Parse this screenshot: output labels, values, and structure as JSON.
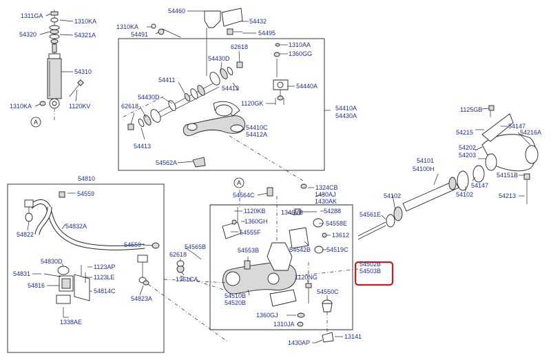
{
  "diagram": {
    "highlight_color": "#d11a1a",
    "label_color": "#1f2f8f",
    "labels": [
      "1311GA",
      "1310KA",
      "54320",
      "54321A",
      "54310",
      "1310KA",
      "1120KV",
      "1310KA",
      "54491",
      "54460",
      "54432",
      "54495",
      "62618",
      "1310AA",
      "1360GG",
      "54430D",
      "54411",
      "54413",
      "54440A",
      "1120GK",
      "54430D",
      "62618",
      "54413",
      "54410A",
      "54430A",
      "54410C",
      "54412A",
      "54562A",
      "1125GB",
      "54147",
      "54216A",
      "54215",
      "54202",
      "54203",
      "54147",
      "54151B",
      "54213",
      "54101",
      "54100H",
      "54102",
      "54102",
      "1324CB",
      "1430AJ",
      "1430AK",
      "54564C",
      "1120KB",
      "1360GH",
      "54555F",
      "1346VB",
      "54288",
      "54558E",
      "13612",
      "54542B",
      "54519C",
      "54553B",
      "54561E",
      "54502B",
      "54503B",
      "1120NG",
      "54550C",
      "54510B",
      "54520B",
      "1360GJ",
      "1310JA",
      "13141",
      "1430AP",
      "54810",
      "54559",
      "54822",
      "54832A",
      "54559",
      "54830D",
      "1123AP",
      "54831",
      "1123LE",
      "54816",
      "54814C",
      "1338AE",
      "54823A",
      "54565B",
      "62618",
      "1361CA"
    ],
    "callouts": [
      "A",
      "A",
      "A"
    ]
  }
}
